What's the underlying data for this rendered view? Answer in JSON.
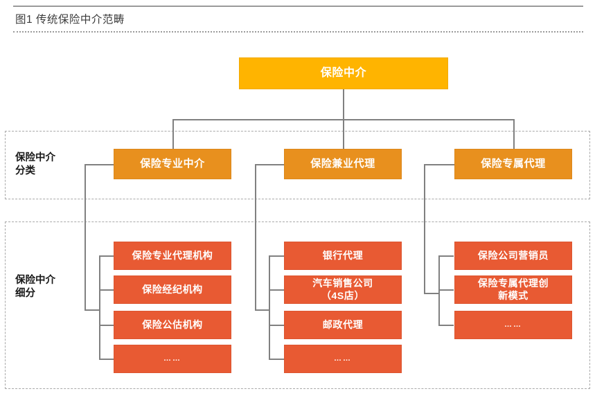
{
  "figure": {
    "title": "图1  传统保险中介范畴"
  },
  "root": {
    "label": "保险中介"
  },
  "bands": [
    {
      "id": "classification",
      "label": "保险中介\n分类"
    },
    {
      "id": "subdivision",
      "label": "保险中介\n细分"
    }
  ],
  "branches": [
    {
      "mid_label": "保险专业中介",
      "leaves": [
        "保险专业代理机构",
        "保险经纪机构",
        "保险公估机构",
        "……"
      ]
    },
    {
      "mid_label": "保险兼业代理",
      "leaves": [
        "银行代理",
        "汽车销售公司\n（4S店）",
        "邮政代理",
        "……"
      ]
    },
    {
      "mid_label": "保险专属代理",
      "leaves": [
        "保险公司营销员",
        "保险专属代理创\n新模式",
        "……"
      ]
    }
  ],
  "colors": {
    "root_box": "#FFB400",
    "mid_box": "#E8901E",
    "leaf_box": "#E85A33",
    "connector": "#808080",
    "band_border": "#a8a8a8",
    "rule": "#9a9a9a",
    "title_text": "#3b3b3b",
    "label_text": "#1a1a1a",
    "box_text": "#ffffff"
  }
}
